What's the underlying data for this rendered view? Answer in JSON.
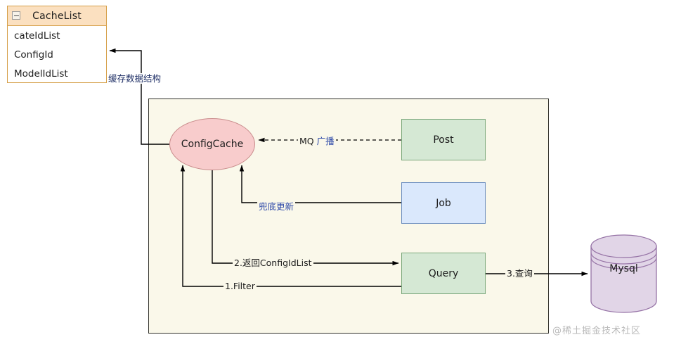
{
  "diagram": {
    "title": "Config cache architecture flow",
    "background": "#ffffff",
    "container": {
      "fill": "#faf8ea",
      "stroke": "#32322c"
    }
  },
  "uml_class": {
    "name": "CacheList",
    "collapse_icon": "minus-icon",
    "header_fill": "#fbe0c0",
    "border": "#d6a04a",
    "attributes": [
      {
        "label": "cateIdList"
      },
      {
        "label": "ConfigId"
      },
      {
        "label": "ModelIdList"
      }
    ]
  },
  "nodes": {
    "config_cache": {
      "label": "ConfigCache",
      "shape": "ellipse",
      "fill": "#f8cccc",
      "stroke": "#c98c8c"
    },
    "post": {
      "label": "Post",
      "shape": "rect",
      "fill": "#d5e8d4",
      "stroke": "#7ba87b"
    },
    "job": {
      "label": "Job",
      "shape": "rect",
      "fill": "#dae8fc",
      "stroke": "#6c8ebf"
    },
    "query": {
      "label": "Query",
      "shape": "rect",
      "fill": "#d5e8d4",
      "stroke": "#7ba87b"
    },
    "mysql": {
      "label": "Mysql",
      "shape": "cylinder",
      "fill": "#e1d5e7",
      "stroke": "#9673a6"
    }
  },
  "edges": {
    "cache_structure": {
      "label": "缓存数据结构",
      "color": "#1f2f66",
      "style": "solid",
      "from": "ConfigCache",
      "to": "CacheList"
    },
    "mq_broadcast": {
      "label_en": "MQ",
      "label_cn": "广播",
      "color": "#2b47a8",
      "style": "dashed",
      "from": "Post",
      "to": "ConfigCache"
    },
    "fallback_update": {
      "label": "兜底更新",
      "color": "#2b47a8",
      "style": "solid",
      "from": "Job",
      "to": "ConfigCache"
    },
    "return_list": {
      "label": "2.返回ConfigIdList",
      "color": "#1c1c1c",
      "style": "solid",
      "from": "ConfigCache",
      "to": "Query"
    },
    "filter": {
      "label": "1.Filter",
      "color": "#1c1c1c",
      "style": "solid",
      "from": "Query",
      "to": "ConfigCache"
    },
    "db_query": {
      "label": "3.查询",
      "color": "#1c1c1c",
      "style": "solid",
      "from": "Query",
      "to": "Mysql"
    }
  },
  "watermark": {
    "text": "@稀土掘金技术社区",
    "color": "#b9b9b9"
  }
}
